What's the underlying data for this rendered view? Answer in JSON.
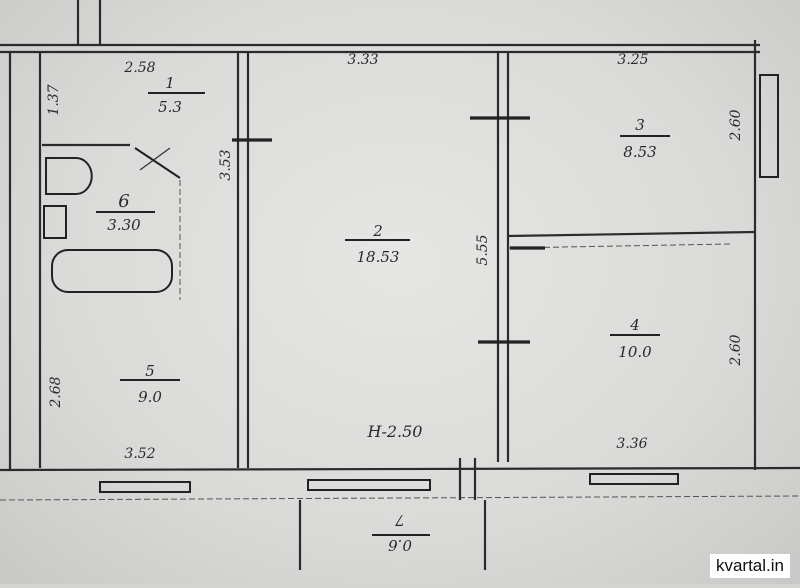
{
  "rooms": [
    {
      "number": "1",
      "area": "5.3"
    },
    {
      "number": "2",
      "area": "18.53"
    },
    {
      "number": "3",
      "area": "8.53"
    },
    {
      "number": "4",
      "area": "10.0"
    },
    {
      "number": "5",
      "area": "9.0"
    },
    {
      "number": "6",
      "area": "3.30"
    },
    {
      "number": "7",
      "area": "0.6"
    }
  ],
  "dimensions": {
    "top_hall": "2.58",
    "top_living": "3.33",
    "top_bedroom": "3.25",
    "hall_side": "1.37",
    "hall_right": "3.53",
    "living_right": "5.55",
    "bedroom3_right": "2.60",
    "bedroom4_right": "2.60",
    "kitchen_left": "2.68",
    "kitchen_bottom": "3.52",
    "bedroom4_bottom": "3.36",
    "ceiling_height": "H-2.50"
  },
  "watermark": "kvartal.in"
}
